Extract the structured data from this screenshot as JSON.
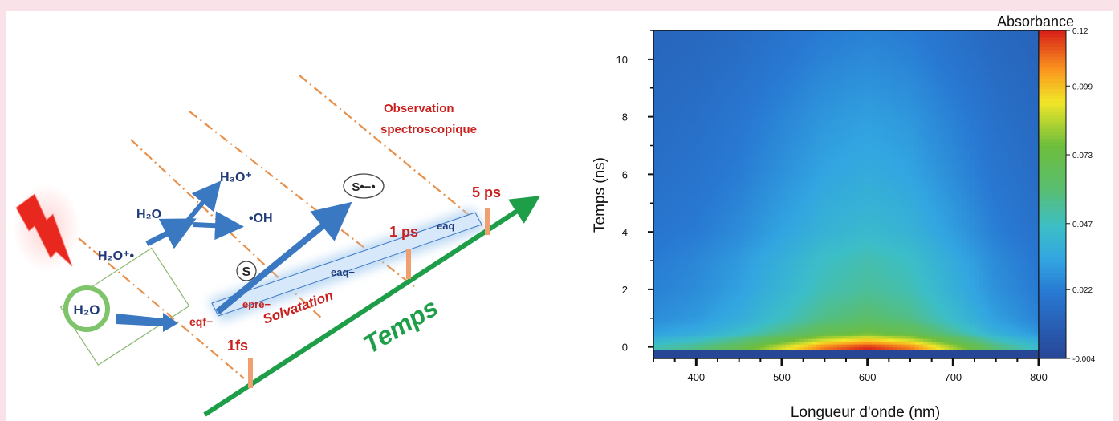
{
  "diagram": {
    "species": {
      "h2o_main": "H₂O",
      "h2o_ion": "H₂O⁺•",
      "h2o_second": "H₂O",
      "h3o": "H₃O⁺",
      "oh": "•OH",
      "s": "S",
      "s_radical": "S•−•"
    },
    "electrons": {
      "e_qf": "eqf−",
      "e_pre": "epre−",
      "e_aq_mid": "eaq−",
      "e_aq_top": "eaq"
    },
    "labels": {
      "solvation": "Solvatation",
      "observation_line1": "Observation",
      "observation_line2": "spectroscopique",
      "time_axis": "Temps"
    },
    "time_marks": [
      "1fs",
      "1 ps",
      "5 ps"
    ],
    "colors": {
      "dark_blue": "#1e3a78",
      "red": "#c9201e",
      "green": "#1f9e4a",
      "arrow_blue": "#3b78c2",
      "orange_dash": "#e8904a",
      "marker": "#f0a070"
    },
    "icons": [
      "lightning-icon",
      "h2o-circle-icon"
    ]
  },
  "chart_data": {
    "type": "heatmap",
    "title": "",
    "xlabel": "Longueur d'onde (nm)",
    "ylabel": "Temps (ns)",
    "xlim": [
      350,
      800
    ],
    "ylim": [
      -0.4,
      11
    ],
    "xticks": [
      400,
      500,
      600,
      700,
      800
    ],
    "yticks": [
      0,
      2,
      4,
      6,
      8,
      10
    ],
    "colorbar": {
      "label": "Absorbance",
      "ticks": [
        0.12,
        0.099,
        0.073,
        0.047,
        0.022,
        -0.004
      ],
      "range": [
        -0.004,
        0.12
      ]
    },
    "peak": {
      "wavelength_nm": 590,
      "time_ns": 0,
      "absorbance": 0.12
    },
    "profile_wavelength_nm": [
      350,
      400,
      450,
      500,
      550,
      600,
      650,
      700,
      750,
      800
    ],
    "profile_absorbance_t0": [
      0.045,
      0.052,
      0.065,
      0.085,
      0.105,
      0.115,
      0.105,
      0.08,
      0.055,
      0.04
    ],
    "decay_time_ns": [
      0,
      0.5,
      1,
      2,
      3,
      4,
      6,
      8,
      10,
      11
    ],
    "decay_factor": [
      1.0,
      0.62,
      0.5,
      0.43,
      0.4,
      0.34,
      0.28,
      0.24,
      0.19,
      0.17
    ],
    "grid": false,
    "legend": "colorbar-right"
  }
}
